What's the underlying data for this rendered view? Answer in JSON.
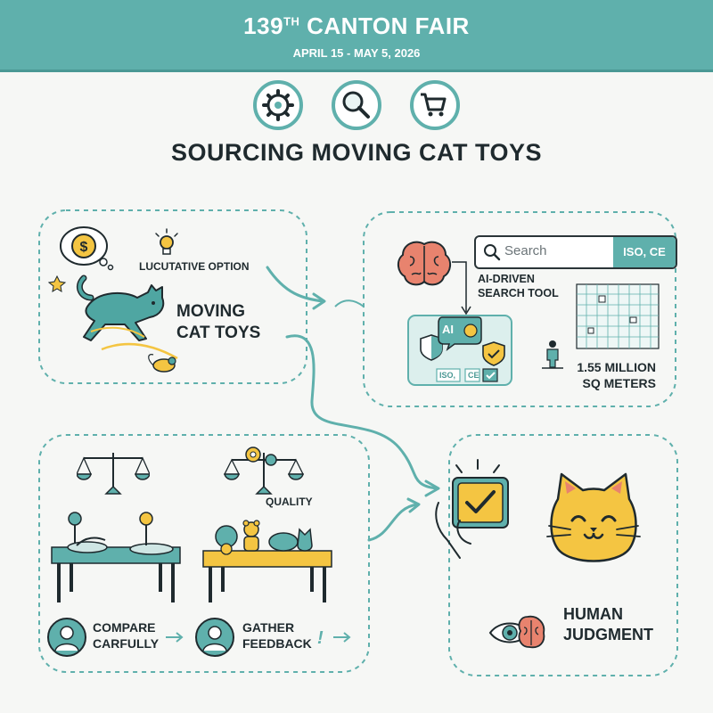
{
  "header": {
    "title_num": "139",
    "title_sup": "TH",
    "title_rest": " CANTON FAIR",
    "dates": "APRIL 15 - MAY 5, 2026"
  },
  "header_icons": [
    "gear-icon",
    "search-icon",
    "cart-icon"
  ],
  "main_title": "SOURCING MOVING CAT TOYS",
  "panel_toys": {
    "idea_label": "LUCUTATIVE OPTION",
    "title_line1": "MOVING",
    "title_line2": "CAT TOYS"
  },
  "panel_search": {
    "search_placeholder": "Search",
    "search_tag": "ISO, CE",
    "tool_line1": "AI-DRIVEN",
    "tool_line2": "SEARCH TOOL",
    "ai_badge": "AI",
    "iso_tag": "ISO,",
    "ce_tag": "CE",
    "area_line1": "1.55 MILLION",
    "area_line2": "SQ METERS"
  },
  "panel_compare": {
    "quality_label": "QUALITY",
    "step1_line1": "COMPARE",
    "step1_line2": "CARFULLY",
    "step2_line1": "GATHER",
    "step2_line2": "FEEDBACK",
    "exclaim": "!"
  },
  "panel_judgment": {
    "line1": "HUMAN",
    "line2": "JUDGMENT"
  },
  "colors": {
    "teal": "#5fb0ac",
    "dark": "#1f2a2e",
    "yellow": "#f4c542",
    "coral": "#e8836e",
    "background": "#f6f7f5"
  }
}
